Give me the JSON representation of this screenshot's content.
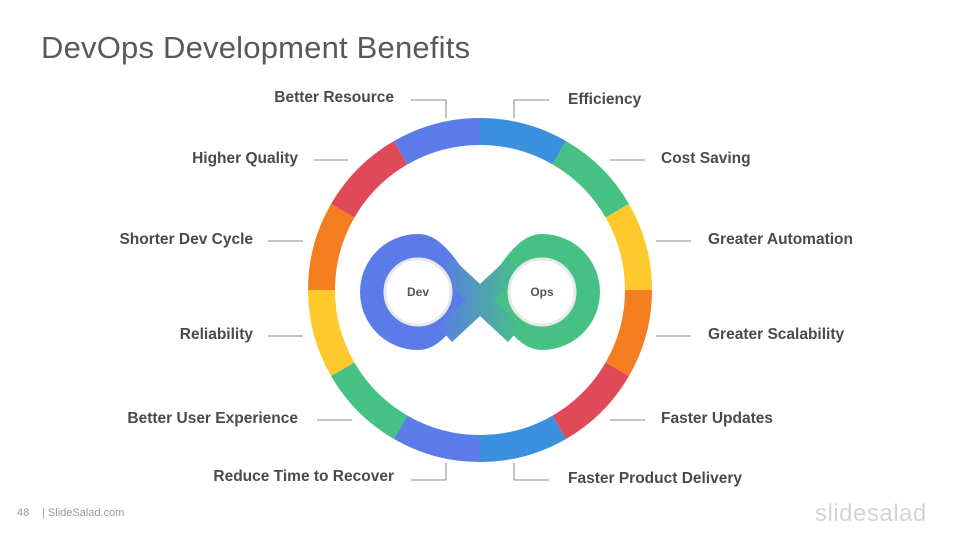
{
  "slide": {
    "title": "DevOps Development Benefits",
    "page_number": "48",
    "footer_site": "| SlideSalad.com",
    "brand": "slidesalad"
  },
  "center": {
    "dev_label": "Dev",
    "ops_label": "Ops"
  },
  "benefits_left": [
    "Better Resource",
    "Higher Quality",
    "Shorter Dev Cycle",
    "Reliability",
    "Better User Experience",
    "Reduce Time to Recover"
  ],
  "benefits_right": [
    "Efficiency",
    "Cost Saving",
    "Greater Automation",
    "Greater Scalability",
    "Faster Updates",
    "Faster Product Delivery"
  ],
  "colors": {
    "blue": "#3b8fdf",
    "indigo": "#5b7be8",
    "green": "#45c283",
    "yellow": "#fdc92c",
    "orange": "#f47d20",
    "red": "#e04a58",
    "text": "#4a4a4a",
    "title": "#595959",
    "connector": "#8a8a8a"
  }
}
